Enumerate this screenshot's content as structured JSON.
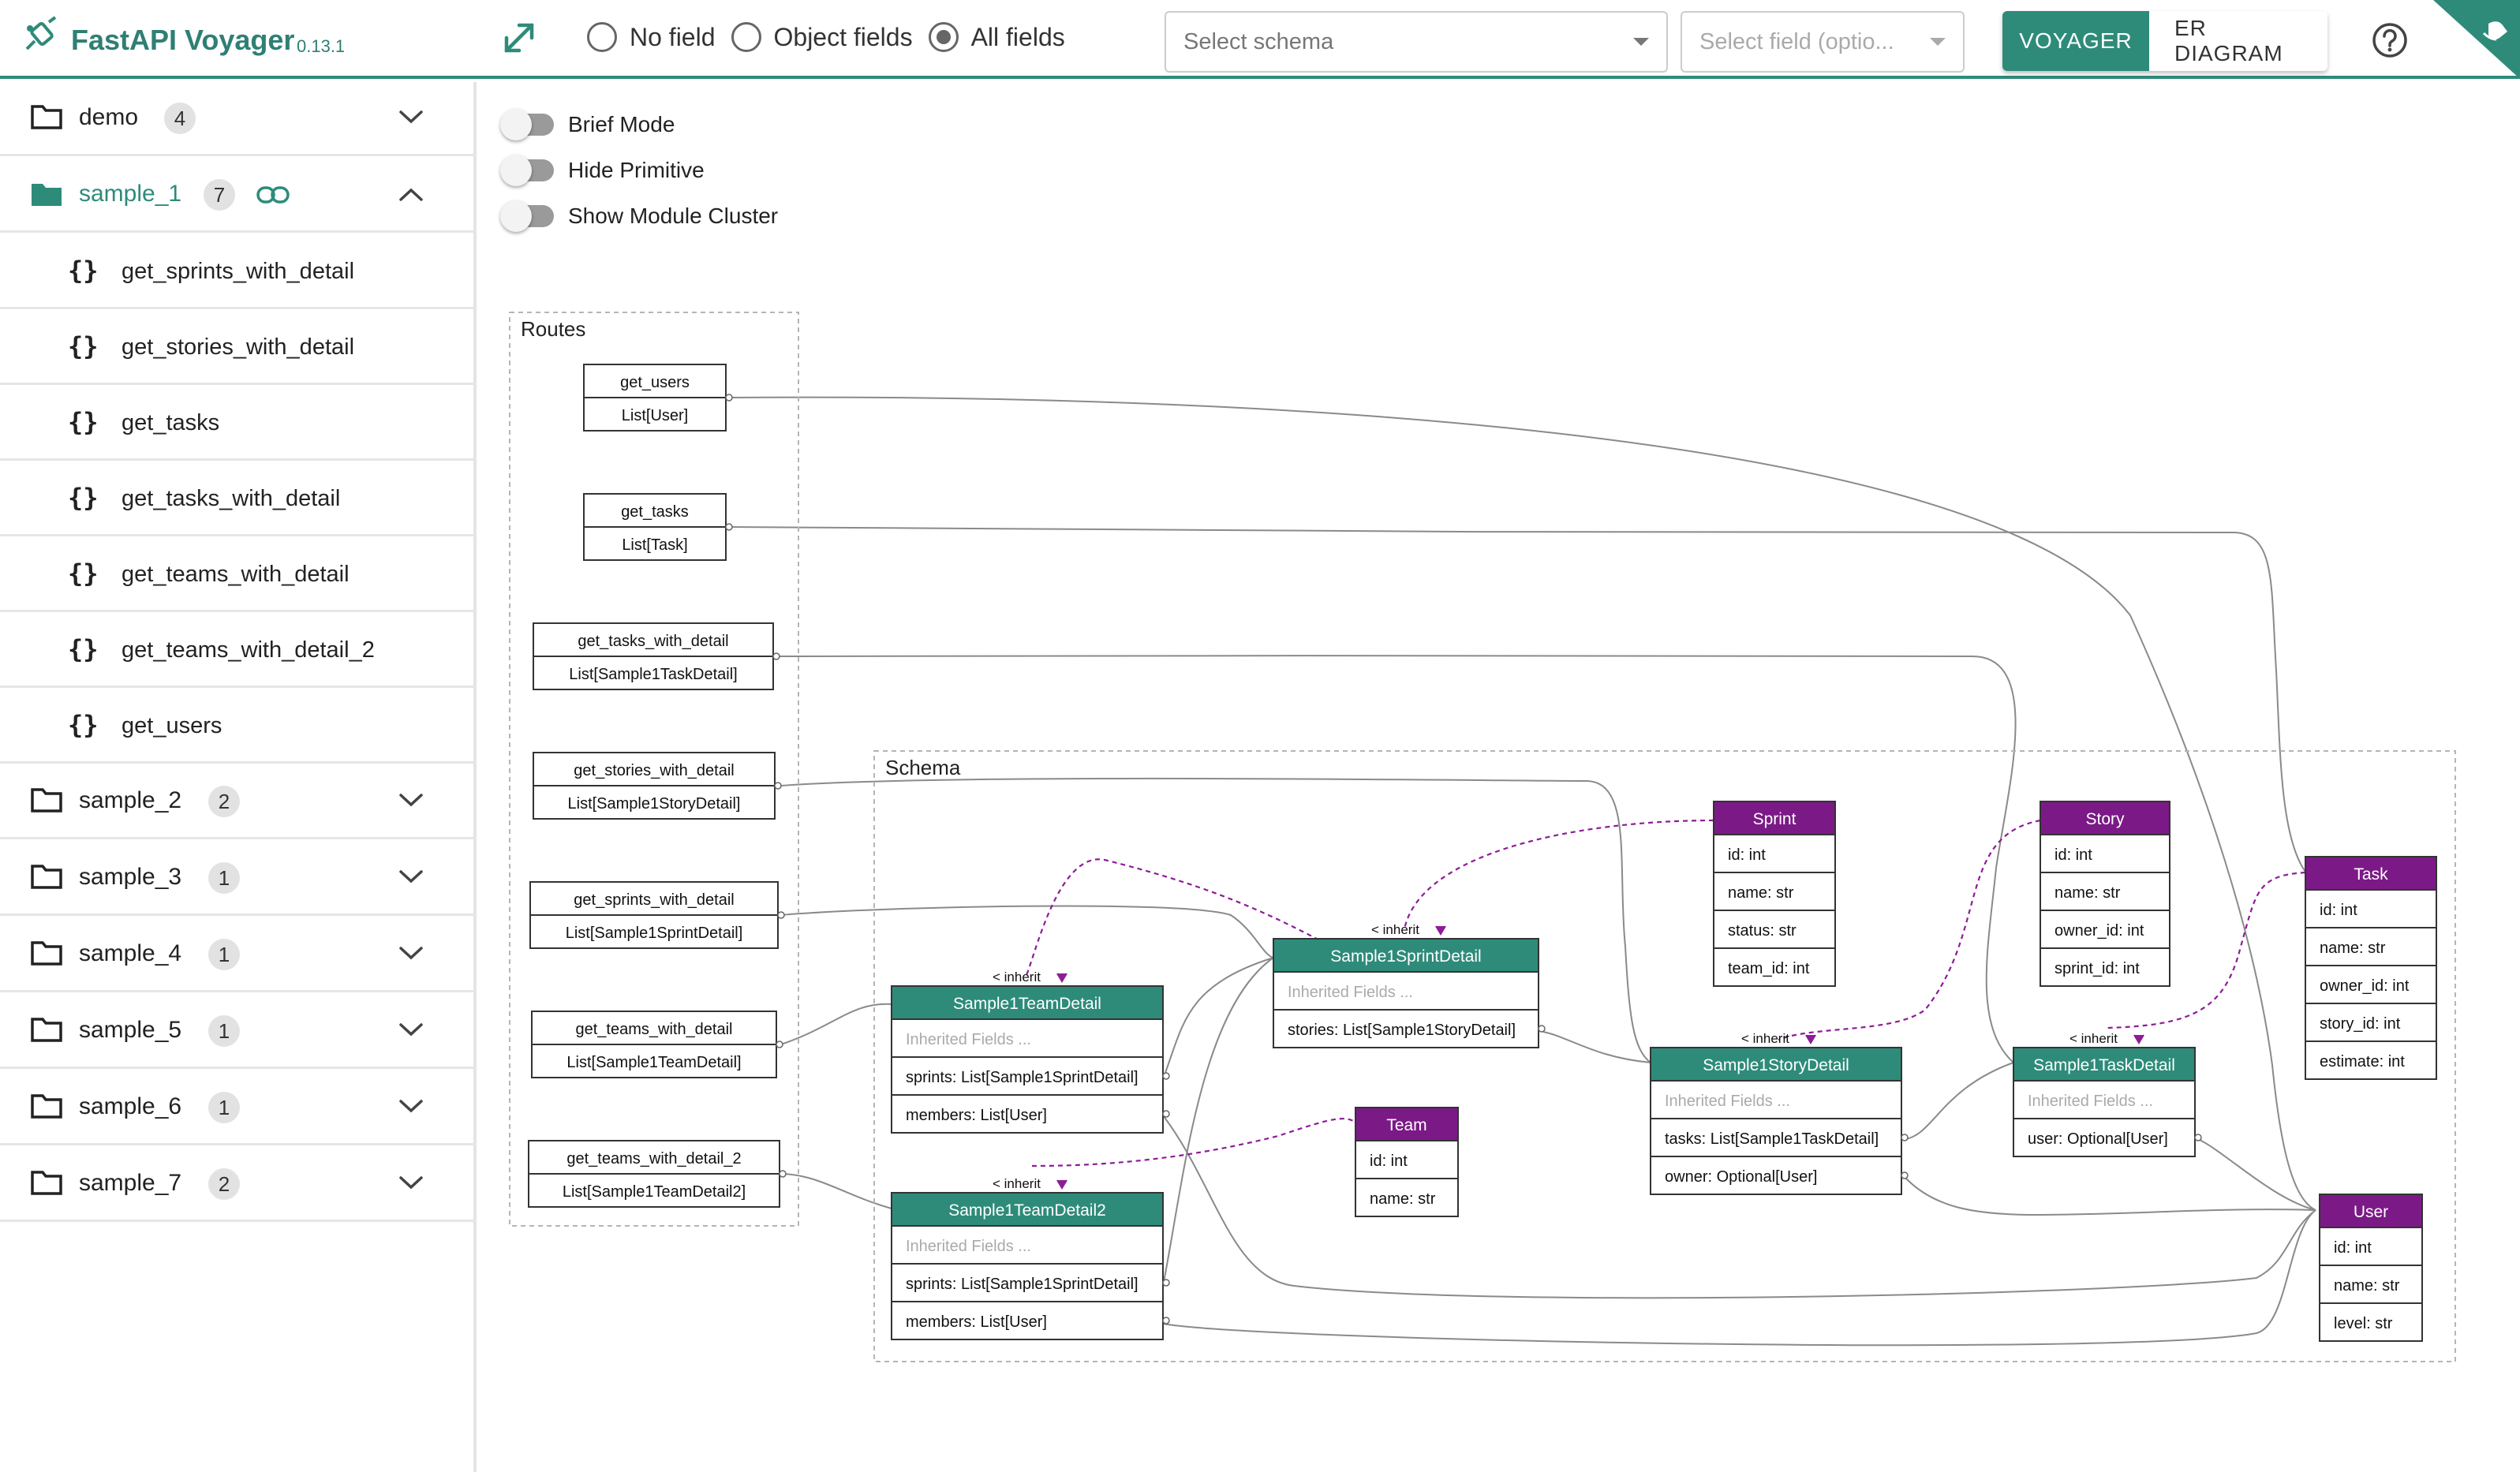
{
  "header": {
    "app_title": "FastAPI Voyager",
    "version": "0.13.1",
    "radio_options": [
      "No field",
      "Object fields",
      "All fields"
    ],
    "radio_selected": "All fields",
    "schema_select_placeholder": "Select schema",
    "field_select_placeholder": "Select field (optio...",
    "view_buttons": [
      "VOYAGER",
      "ER DIAGRAM"
    ],
    "active_view": "VOYAGER",
    "accent_color": "#2e8b7a"
  },
  "sidebar": {
    "folders": [
      {
        "name": "demo",
        "count": "4",
        "open": false
      },
      {
        "name": "sample_1",
        "count": "7",
        "open": true,
        "routes": [
          "get_sprints_with_detail",
          "get_stories_with_detail",
          "get_tasks",
          "get_tasks_with_detail",
          "get_teams_with_detail",
          "get_teams_with_detail_2",
          "get_users"
        ]
      },
      {
        "name": "sample_2",
        "count": "2",
        "open": false
      },
      {
        "name": "sample_3",
        "count": "1",
        "open": false
      },
      {
        "name": "sample_4",
        "count": "1",
        "open": false
      },
      {
        "name": "sample_5",
        "count": "1",
        "open": false
      },
      {
        "name": "sample_6",
        "count": "1",
        "open": false
      },
      {
        "name": "sample_7",
        "count": "2",
        "open": false
      }
    ]
  },
  "toggles": [
    "Brief Mode",
    "Hide Primitive",
    "Show Module Cluster"
  ],
  "graph": {
    "routes_cluster_label": "Routes",
    "schema_cluster_label": "Schema",
    "inherit_label": "< inherit",
    "route_color": "#ffffff",
    "derived_color": "#2e8b7a",
    "base_color": "#7b1a86",
    "routes": [
      {
        "name": "get_users",
        "returns": "List[User]"
      },
      {
        "name": "get_tasks",
        "returns": "List[Task]"
      },
      {
        "name": "get_tasks_with_detail",
        "returns": "List[Sample1TaskDetail]"
      },
      {
        "name": "get_stories_with_detail",
        "returns": "List[Sample1StoryDetail]"
      },
      {
        "name": "get_sprints_with_detail",
        "returns": "List[Sample1SprintDetail]"
      },
      {
        "name": "get_teams_with_detail",
        "returns": "List[Sample1TeamDetail]"
      },
      {
        "name": "get_teams_with_detail_2",
        "returns": "List[Sample1TeamDetail2]"
      }
    ],
    "schemas": [
      {
        "name": "Sample1TeamDetail",
        "kind": "derived",
        "fields": [
          "Inherited Fields ...",
          "sprints: List[Sample1SprintDetail]",
          "members: List[User]"
        ]
      },
      {
        "name": "Sample1TeamDetail2",
        "kind": "derived",
        "fields": [
          "Inherited Fields ...",
          "sprints: List[Sample1SprintDetail]",
          "members: List[User]"
        ]
      },
      {
        "name": "Sample1SprintDetail",
        "kind": "derived",
        "fields": [
          "Inherited Fields ...",
          "stories: List[Sample1StoryDetail]"
        ]
      },
      {
        "name": "Team",
        "kind": "base",
        "fields": [
          "id: int",
          "name: str"
        ]
      },
      {
        "name": "Sprint",
        "kind": "base",
        "fields": [
          "id: int",
          "name: str",
          "status: str",
          "team_id: int"
        ]
      },
      {
        "name": "Sample1StoryDetail",
        "kind": "derived",
        "fields": [
          "Inherited Fields ...",
          "tasks: List[Sample1TaskDetail]",
          "owner: Optional[User]"
        ]
      },
      {
        "name": "Story",
        "kind": "base",
        "fields": [
          "id: int",
          "name: str",
          "owner_id: int",
          "sprint_id: int"
        ]
      },
      {
        "name": "Sample1TaskDetail",
        "kind": "derived",
        "fields": [
          "Inherited Fields ...",
          "user: Optional[User]"
        ]
      },
      {
        "name": "Task",
        "kind": "base",
        "fields": [
          "id: int",
          "name: str",
          "owner_id: int",
          "story_id: int",
          "estimate: int"
        ]
      },
      {
        "name": "User",
        "kind": "base",
        "fields": [
          "id: int",
          "name: str",
          "level: str"
        ]
      }
    ]
  }
}
